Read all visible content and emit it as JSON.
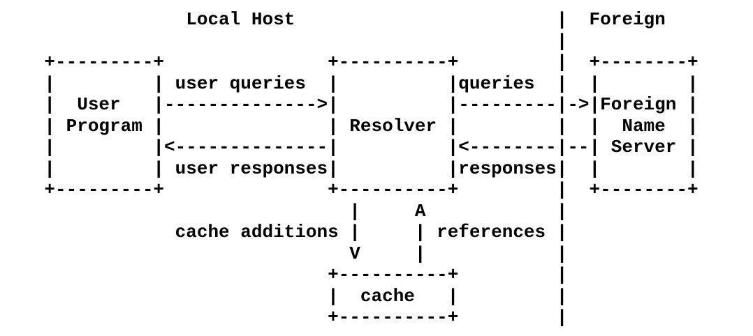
{
  "diagram": {
    "background_color": "#ffffff",
    "text_color": "#000000",
    "region_left_label": "Local Host",
    "region_right_label": "Foreign",
    "boxes": [
      "User Program",
      "Resolver",
      "cache",
      "Foreign Name Server"
    ],
    "flow_labels": [
      "user queries",
      "user responses",
      "queries",
      "responses",
      "cache additions",
      "references"
    ],
    "lines": [
      "                 Local Host                        |  Foreign",
      "                                                   |",
      "    +---------+               +----------+         |  +--------+",
      "    |         | user queries  |          |queries  |  |        |",
      "    |  User   |-------------->|          |---------|->|Foreign |",
      "    | Program |               | Resolver |         |  |  Name  |",
      "    |         |<--------------|          |<--------|--| Server |",
      "    |         | user responses|          |responses|  |        |",
      "    +---------+               +----------+         |  +--------+",
      "                                |     A            |",
      "                cache additions |     | references |",
      "                                V     |            |",
      "                              +----------+         |",
      "                              |  cache   |         |",
      "                              +----------+         |"
    ]
  }
}
